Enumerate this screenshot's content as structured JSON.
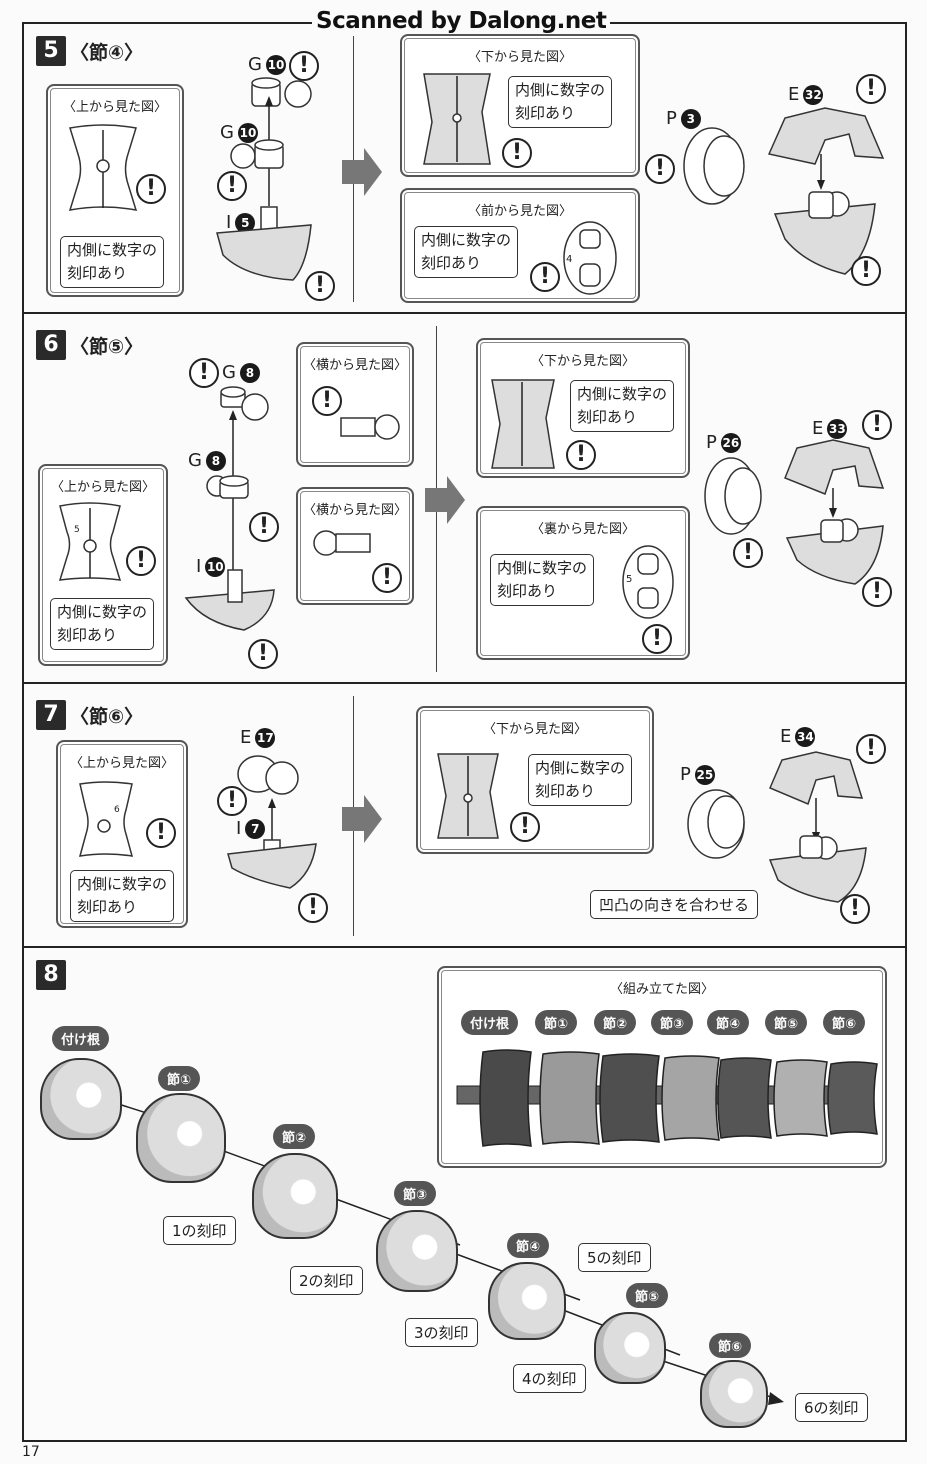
{
  "watermark": "Scanned by Dalong.net",
  "page_number": "17",
  "steps": [
    {
      "number": "5",
      "title": "〈節④〉",
      "top_view": {
        "title": "〈上から見た図〉",
        "note_line1": "内側に数字の",
        "note_line2": "刻印あり"
      },
      "parts": [
        {
          "runner": "G",
          "num": "10"
        },
        {
          "runner": "G",
          "num": "10"
        },
        {
          "runner": "I",
          "num": "5"
        }
      ],
      "bottom_view": {
        "title": "〈下から見た図〉",
        "note_line1": "内側に数字の",
        "note_line2": "刻印あり"
      },
      "front_view": {
        "title": "〈前から見た図〉",
        "note_line1": "内側に数字の",
        "note_line2": "刻印あり",
        "engraved_number": "4"
      },
      "right_parts": [
        {
          "runner": "P",
          "num": "3"
        },
        {
          "runner": "E",
          "num": "32"
        }
      ],
      "warning_symbol": "!"
    },
    {
      "number": "6",
      "title": "〈節⑤〉",
      "top_view": {
        "title": "〈上から見た図〉",
        "note_line1": "内側に数字の",
        "note_line2": "刻印あり",
        "engraved_number": "5"
      },
      "parts": [
        {
          "runner": "G",
          "num": "8"
        },
        {
          "runner": "G",
          "num": "8"
        },
        {
          "runner": "I",
          "num": "10"
        }
      ],
      "side_view_1": {
        "title": "〈横から見た図〉"
      },
      "side_view_2": {
        "title": "〈横から見た図〉"
      },
      "bottom_view": {
        "title": "〈下から見た図〉",
        "note_line1": "内側に数字の",
        "note_line2": "刻印あり"
      },
      "back_view": {
        "title": "〈裏から見た図〉",
        "note_line1": "内側に数字の",
        "note_line2": "刻印あり",
        "engraved_number": "5"
      },
      "right_parts": [
        {
          "runner": "P",
          "num": "26"
        },
        {
          "runner": "E",
          "num": "33"
        }
      ],
      "warning_symbol": "!"
    },
    {
      "number": "7",
      "title": "〈節⑥〉",
      "top_view": {
        "title": "〈上から見た図〉",
        "note_line1": "内側に数字の",
        "note_line2": "刻印あり",
        "engraved_number": "6"
      },
      "parts": [
        {
          "runner": "E",
          "num": "17"
        },
        {
          "runner": "I",
          "num": "7"
        }
      ],
      "bottom_view": {
        "title": "〈下から見た図〉",
        "note_line1": "内側に数字の",
        "note_line2": "刻印あり"
      },
      "right_parts": [
        {
          "runner": "P",
          "num": "25"
        },
        {
          "runner": "E",
          "num": "34"
        }
      ],
      "align_note": "凹凸の向きを合わせる",
      "warning_symbol": "!"
    },
    {
      "number": "8",
      "assembled_view": {
        "title": "〈組み立てた図〉",
        "segments": [
          "付け根",
          "節①",
          "節②",
          "節③",
          "節④",
          "節⑤",
          "節⑥"
        ]
      },
      "chain": [
        {
          "label": "付け根"
        },
        {
          "label": "節①",
          "mark": "1の刻印"
        },
        {
          "label": "節②",
          "mark": "2の刻印"
        },
        {
          "label": "節③",
          "mark": "3の刻印"
        },
        {
          "label": "節④",
          "mark": "4の刻印"
        },
        {
          "label": "節⑤",
          "mark": "5の刻印"
        },
        {
          "label": "節⑥",
          "mark": "6の刻印"
        }
      ]
    }
  ]
}
